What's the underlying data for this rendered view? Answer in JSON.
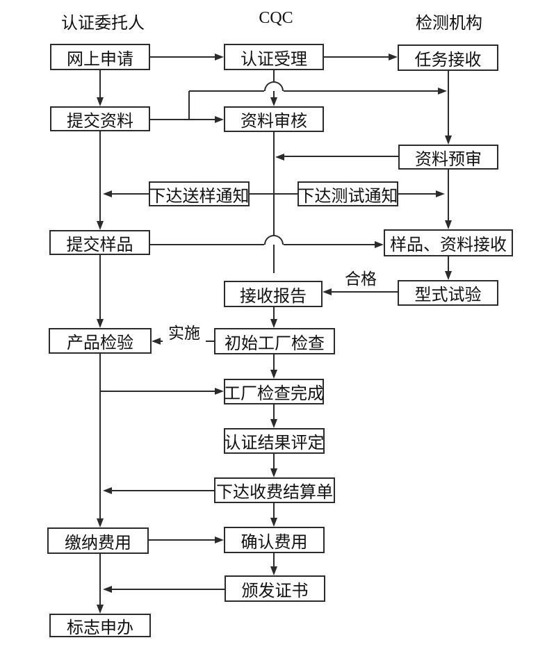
{
  "headers": {
    "applicant": "认证委托人",
    "cqc": "CQC",
    "testing_org": "检测机构"
  },
  "nodes": {
    "online_apply": "网上申请",
    "cert_accept": "认证受理",
    "task_receive": "任务接收",
    "submit_docs": "提交资料",
    "doc_review": "资料审核",
    "doc_pre_review": "资料预审",
    "sample_notice": "下达送样通知",
    "test_notice": "下达测试通知",
    "submit_sample": "提交样品",
    "sample_doc_receive": "样品、资料接收",
    "receive_report": "接收报告",
    "type_test": "型式试验",
    "product_inspect": "产品检验",
    "initial_factory_inspect": "初始工厂检查",
    "factory_inspect_done": "工厂检查完成",
    "cert_result_eval": "认证结果评定",
    "fee_statement": "下达收费结算单",
    "pay_fee": "缴纳费用",
    "confirm_fee": "确认费用",
    "issue_cert": "颁发证书",
    "mark_apply": "标志申办"
  },
  "edge_labels": {
    "qualified": "合格",
    "implement": "实施"
  },
  "colors": {
    "line": "#2b2b2b",
    "text": "#111111",
    "background": "#ffffff"
  }
}
